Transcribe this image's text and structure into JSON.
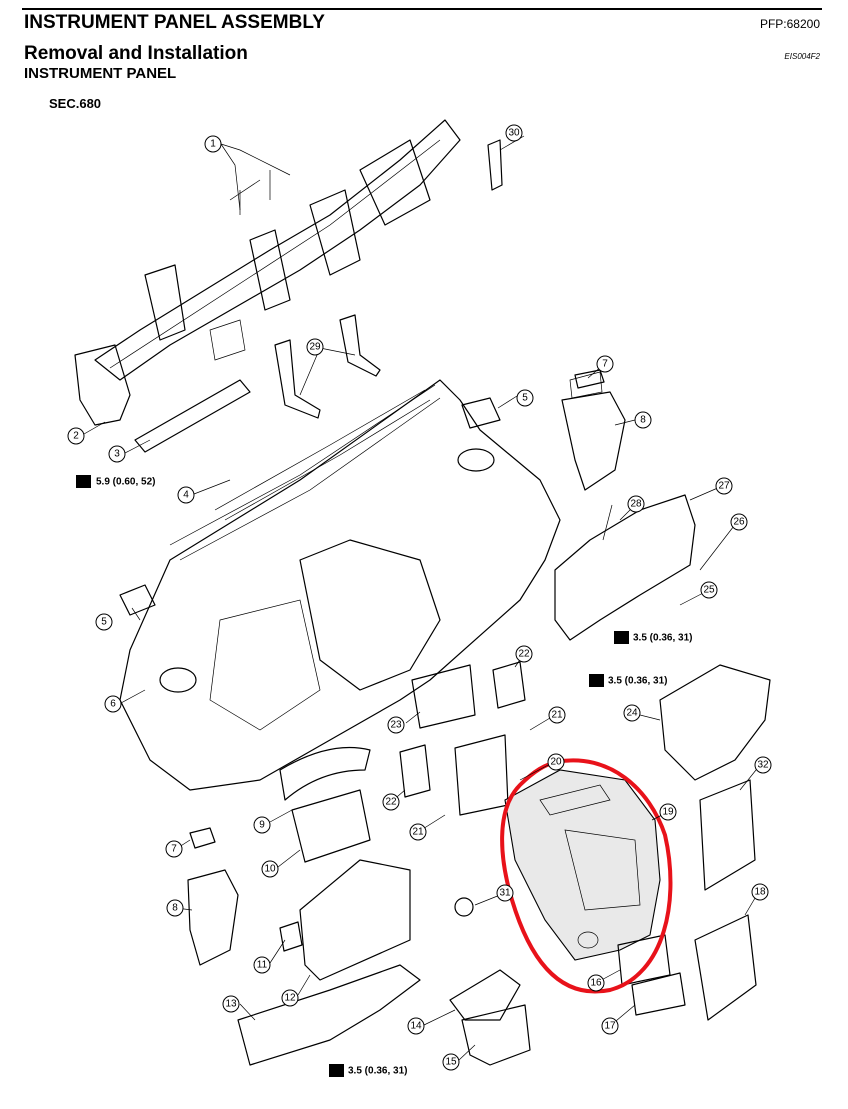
{
  "header": {
    "title": "INSTRUMENT PANEL ASSEMBLY",
    "pfp": "PFP:68200",
    "subtitle": "Removal and Installation",
    "code": "EIS004F2",
    "section": "INSTRUMENT PANEL",
    "sec_ref": "SEC.680"
  },
  "colors": {
    "highlight": "#e8121a",
    "ink": "#000000"
  },
  "callouts": [
    "1",
    "2",
    "3",
    "4",
    "5",
    "5",
    "6",
    "7",
    "7",
    "8",
    "8",
    "9",
    "10",
    "11",
    "12",
    "13",
    "14",
    "15",
    "16",
    "17",
    "18",
    "19",
    "20",
    "21",
    "21",
    "22",
    "22",
    "23",
    "24",
    "25",
    "26",
    "27",
    "28",
    "29",
    "30",
    "31",
    "32"
  ],
  "torques": [
    "5.9 (0.60, 52)",
    "3.5 (0.36, 31)",
    "3.5 (0.36, 31)",
    "3.5 (0.36, 31)"
  ]
}
